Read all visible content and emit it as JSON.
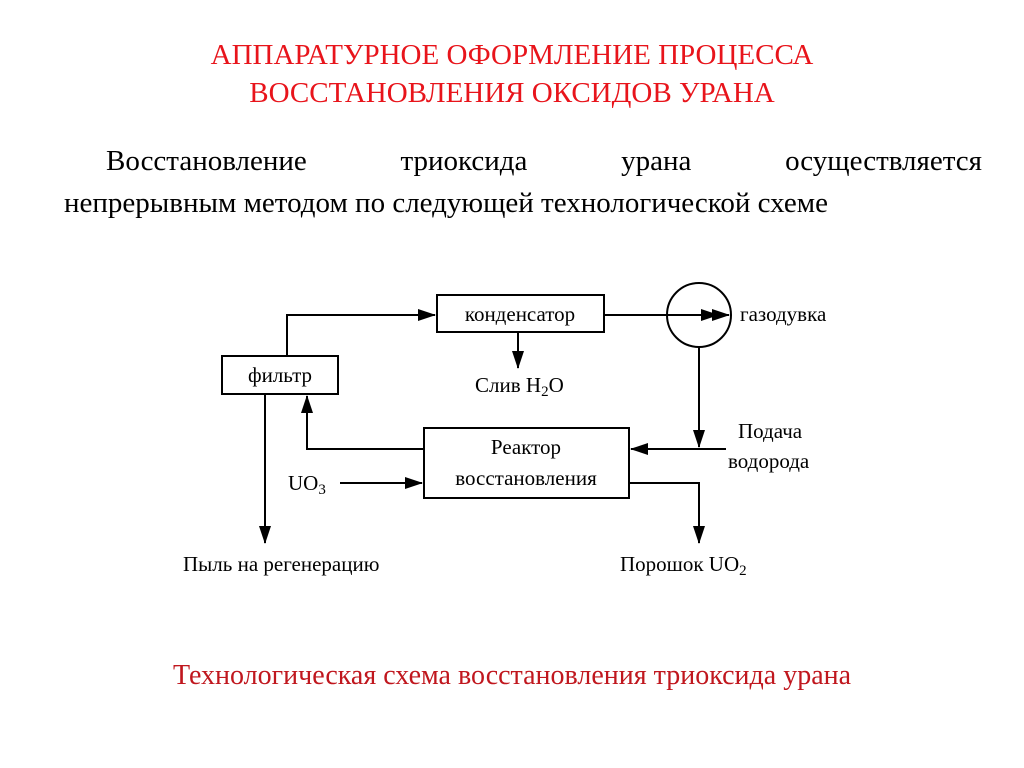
{
  "title": {
    "line1": "АППАРАТУРНОЕ  ОФОРМЛЕНИЕ ПРОЦЕССА",
    "line2": "ВОССТАНОВЛЕНИЯ ОКСИДОВ УРАНА"
  },
  "intro": {
    "line1_words": [
      "Восстановление",
      "триоксида",
      "урана",
      "осуществляется"
    ],
    "line2": "непрерывным методом по следующей технологической схеме"
  },
  "diagram": {
    "condenser": "конденсатор",
    "blower": "газодувка",
    "filter": "фильтр",
    "drain": {
      "text": "Слив Н",
      "sub": "2",
      "tail": "О"
    },
    "reactor_line1": "Реактор",
    "reactor_line2": "восстановления",
    "hydrogen_line1": "Подача",
    "hydrogen_line2": "водорода",
    "uo3": {
      "text": "UO",
      "sub": "3"
    },
    "dust": "Пыль на регенерацию",
    "powder": {
      "text": "Порошок UO",
      "sub": "2"
    }
  },
  "caption": "Технологическая схема восстановления триоксида урана",
  "colors": {
    "title": "#e8141b",
    "caption": "#c0171e",
    "text": "#000000"
  }
}
